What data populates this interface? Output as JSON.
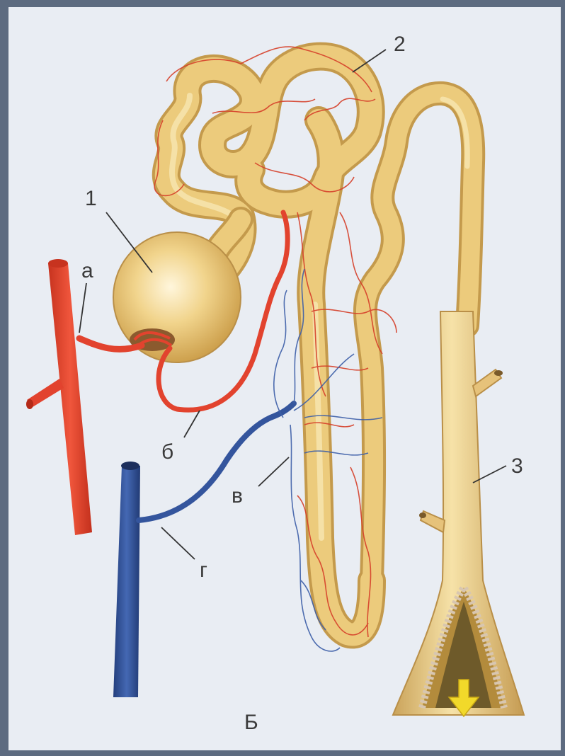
{
  "labels": {
    "glomerular_capsule": "1",
    "convoluted_tubule": "2",
    "collecting_duct": "3",
    "afferent_arteriole": "а",
    "efferent_arteriole": "б",
    "capillary_network": "в",
    "vein": "г",
    "panel": "Б"
  },
  "colors": {
    "tubule": "#ecc878",
    "artery": "#e2432e",
    "vein": "#34559d",
    "paper": "#e9edf3",
    "frame": "#5d6b80"
  }
}
